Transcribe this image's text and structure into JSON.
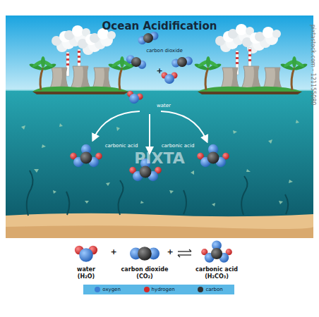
{
  "diagram": {
    "title": "Ocean Acidification",
    "labels": [
      "carbon dioxide",
      "+",
      "water",
      "carbonic acid",
      "carbonic acid",
      "water",
      "(H₂O)",
      "+",
      "carbon dioxide",
      "(CO₂)",
      "+",
      "carbonic acid",
      "(H₂CO₃)",
      "PIXTA",
      "pixtastock.com - 121155080"
    ],
    "legend": [
      {
        "text": "oxygen",
        "color": "#3b7fd4"
      },
      {
        "text": "hydrogen",
        "color": "#d42a2a"
      },
      {
        "text": "carbon",
        "color": "#333333"
      }
    ]
  }
}
